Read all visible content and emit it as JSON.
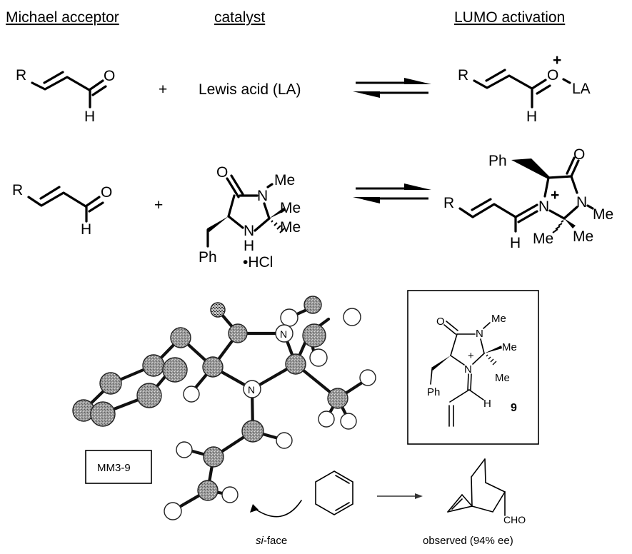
{
  "headers": {
    "michael_acceptor": "Michael acceptor",
    "catalyst": "catalyst",
    "lumo_activation": "LUMO activation"
  },
  "row1": {
    "substituent_R": "R",
    "carbonyl_O": "O",
    "aldehyde_H": "H",
    "plus": "+",
    "catalyst_label": "Lewis acid (LA)",
    "product_R": "R",
    "product_O": "O",
    "product_charge": "+",
    "product_LA": "LA",
    "product_H": "H"
  },
  "row2": {
    "substituent_R": "R",
    "carbonyl_O": "O",
    "aldehyde_H": "H",
    "plus": "+",
    "catalyst": {
      "O": "O",
      "N": "N",
      "N_Me": "Me",
      "gem_Me1": "Me",
      "gem_Me2": "Me",
      "NH_N": "N",
      "NH_H": "H",
      "Ph": "Ph",
      "salt": "•HCl"
    },
    "iminium": {
      "Ph": "Ph",
      "O": "O",
      "R": "R",
      "N_plus": "N",
      "charge": "+",
      "N": "N",
      "N_Me": "Me",
      "H": "H",
      "Me_hash": "Me",
      "Me_wedge": "Me"
    }
  },
  "model": {
    "label": "MM3-9",
    "atom_N1": "N",
    "atom_N2": "N",
    "face_label_italic": "si",
    "face_label_rest": "-face"
  },
  "inset": {
    "O": "O",
    "N": "N",
    "N_Me": "Me",
    "Me1": "Me",
    "Me2": "Me",
    "N_plus": "N",
    "charge": "+",
    "Ph": "Ph",
    "H": "H",
    "compound_number": "9"
  },
  "product": {
    "CHO": "CHO",
    "observed_label": "observed (94% ee)"
  }
}
